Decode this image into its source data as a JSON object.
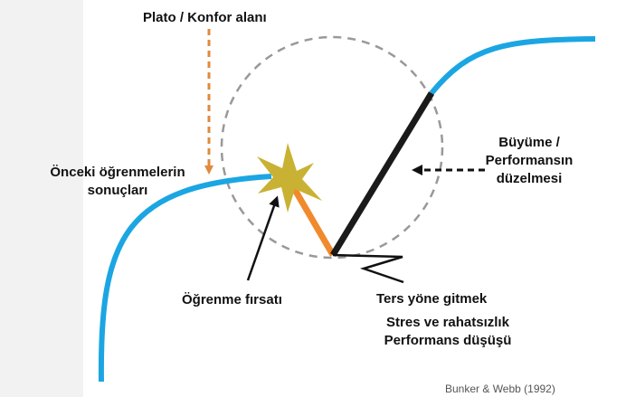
{
  "labels": {
    "plateau": "Plato / Konfor alanı",
    "previous_learning_line1": "Önceki öğrenmelerin",
    "previous_learning_line2": "sonuçları",
    "growth_line1": "Büyüme /",
    "growth_line2": "Performansın",
    "growth_line3": "düzelmesi",
    "learning_opportunity": "Öğrenme fırsatı",
    "reverse_direction": "Ters yöne gitmek",
    "stress_line1": "Stres ve rahatsızlık",
    "stress_line2": "Performans düşüşü"
  },
  "citation": "Bunker & Webb (1992)",
  "colors": {
    "curve": "#1ba6e3",
    "dip_line": "#f08a2c",
    "growth_line": "#1a1a1a",
    "burst": "#c9b233",
    "plateau_arrow": "#e08a3c",
    "circle": "#999999"
  }
}
